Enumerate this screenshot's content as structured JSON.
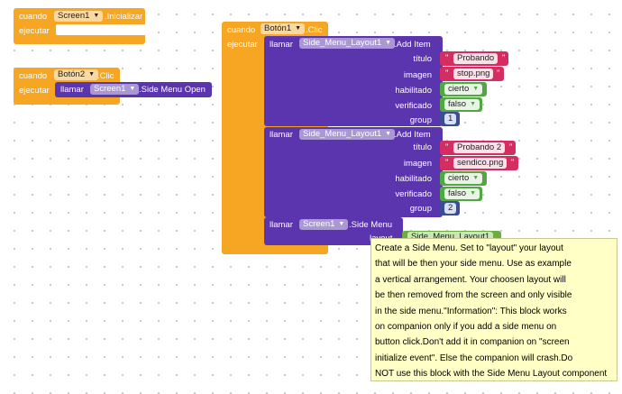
{
  "block1": {
    "kw": "cuando",
    "component": "Screen1",
    "event": ".Inicializar",
    "do": "ejecutar"
  },
  "block2": {
    "kw": "cuando",
    "component": "Botón2",
    "event": ".Clic",
    "do": "ejecutar",
    "call": "llamar",
    "call_component": "Screen1",
    "call_method": ".Side Menu Open"
  },
  "block3": {
    "kw": "cuando",
    "component": "Botón1",
    "event": ".Clic",
    "do": "ejecutar",
    "add1": {
      "call": "llamar",
      "component": "Side_Menu_Layout1",
      "method": ".Add Item",
      "titulo_label": "título",
      "titulo_value": "Probando",
      "imagen_label": "imagen",
      "imagen_value": "stop.png",
      "habilitado_label": "habilitado",
      "habilitado_value": "cierto",
      "verificado_label": "verificado",
      "verificado_value": "falso",
      "group_label": "group",
      "group_value": "1"
    },
    "add2": {
      "call": "llamar",
      "component": "Side_Menu_Layout1",
      "method": ".Add Item",
      "titulo_label": "título",
      "titulo_value": "Probando 2",
      "imagen_label": "imagen",
      "imagen_value": "sendico.png",
      "habilitado_label": "habilitado",
      "habilitado_value": "cierto",
      "verificado_label": "verificado",
      "verificado_value": "falso",
      "group_label": "group",
      "group_value": "2"
    },
    "sidemenu": {
      "call": "llamar",
      "component": "Screen1",
      "method": ".Side Menu",
      "layout_label": "layout",
      "layout_value": "Side_Menu_Layout1"
    }
  },
  "tooltip": {
    "lines": [
      "Create a Side Menu. Set to \"layout\" your layout",
      "that will be then your side menu. Use as example",
      "a vertical arrangement. Your choosen layout will",
      "be then removed from the screen and only visible",
      "in the side menu.\"Information\": This block works",
      "on companion only if you add a side menu on",
      "button click.Don't add it in companion on \"screen",
      "initialize event\". Else the companion will crash.Do",
      "NOT use this block with the Side Menu Layout component"
    ]
  },
  "colors": {
    "event": "#f6a623",
    "component_call": "#5b35ad",
    "text": "#d42d61",
    "logic": "#51a843",
    "math": "#3b4d95"
  }
}
